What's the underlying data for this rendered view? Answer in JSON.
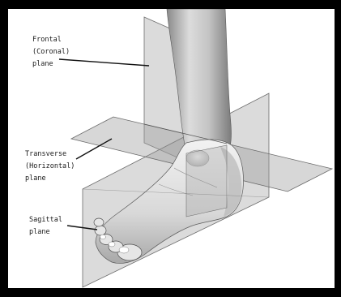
{
  "figure": {
    "frame_color": "#000000",
    "background_color": "#ffffff",
    "plane_color": "#9a9a9a",
    "foot_color": "#e4e4e4"
  },
  "labels": {
    "frontal": {
      "line1": "Frontal",
      "line2": "(Coronal)",
      "line3": "plane"
    },
    "transverse": {
      "line1": "Transverse",
      "line2": "(Horizontal)",
      "line3": "plane"
    },
    "sagittal": {
      "line1": "Sagittal",
      "line2": "plane"
    }
  }
}
